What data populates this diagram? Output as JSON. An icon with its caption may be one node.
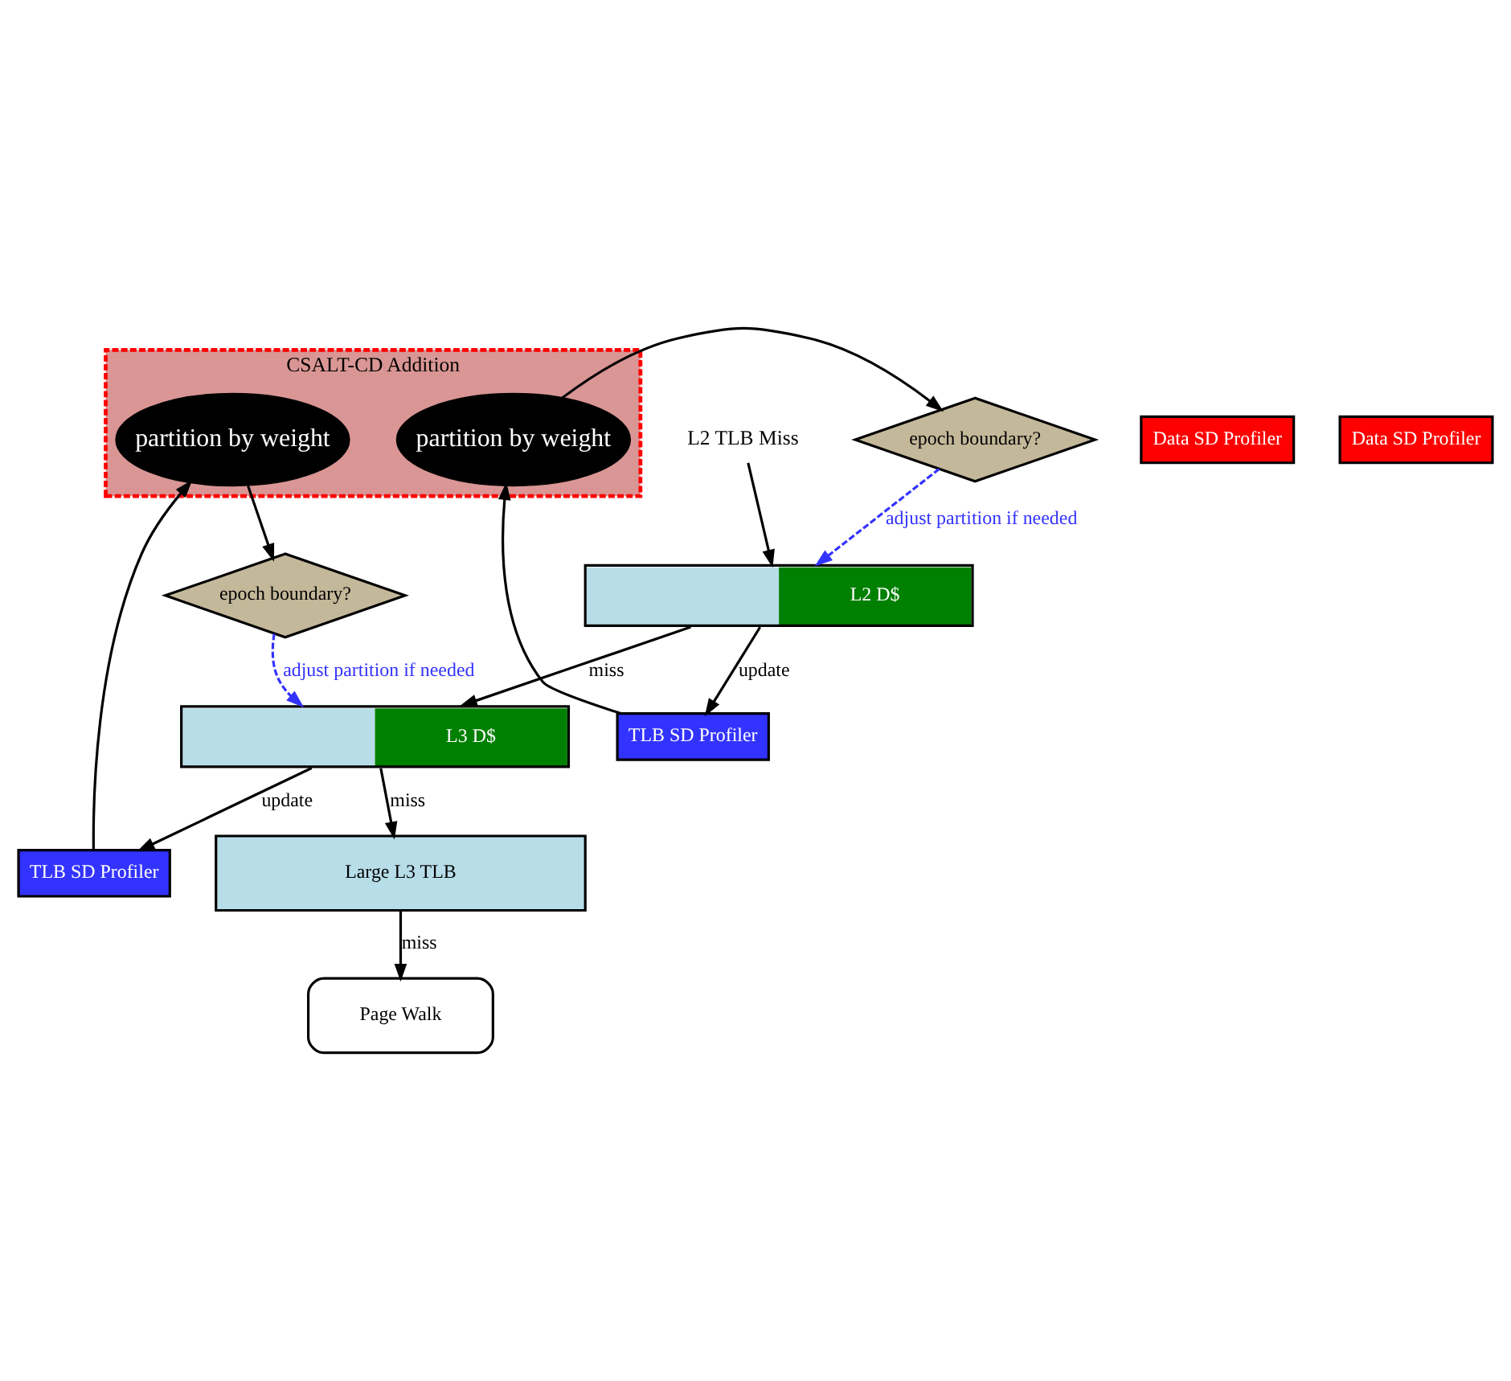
{
  "diagram": {
    "nodes": [
      {
        "text": [
          "L2 TLB Miss"
        ]
      },
      {
        "text": [
          "L2 D$"
        ]
      },
      {
        "text": [
          "Data SD Profiler"
        ]
      },
      {
        "text": [
          "TLB SD Profiler"
        ]
      },
      {
        "text": [
          "CSALT-CD Addition"
        ]
      },
      {
        "text": [
          "partition by weight"
        ],
        "in": 4
      },
      {
        "text": [
          "epoch boundary?"
        ]
      },
      {
        "text": [
          "L3 D$"
        ]
      },
      {
        "text": [
          "Data SD Profiler"
        ]
      },
      {
        "text": [
          "TLB SD Profiler"
        ]
      },
      {
        "text": [
          "partition by weight"
        ],
        "in": 4
      },
      {
        "text": [
          "epoch boundary?"
        ]
      },
      {
        "text": [
          "Large L3 TLB"
        ]
      },
      {
        "text": [
          "Page Walk"
        ]
      }
    ],
    "edges": [
      {
        "from": 0,
        "to": 1,
        "arrow": "to"
      },
      {
        "from": 1,
        "to": 3,
        "arrow": "to",
        "label": "update"
      },
      {
        "from": 3,
        "to": 5,
        "arrow": "to"
      },
      {
        "from": 5,
        "to": 6,
        "arrow": "to"
      },
      {
        "from": 6,
        "to": 1,
        "arrow": "to",
        "label": "adjust partition if needed",
        "style": "dashed",
        "color": "#3333ff"
      },
      {
        "from": 1,
        "to": 7,
        "arrow": "to",
        "label": "miss"
      },
      {
        "from": 7,
        "to": 9,
        "arrow": "to",
        "label": "update"
      },
      {
        "from": 9,
        "to": 10,
        "arrow": "to"
      },
      {
        "from": 10,
        "to": 11,
        "arrow": "to"
      },
      {
        "from": 11,
        "to": 7,
        "arrow": "to",
        "label": "adjust partition if needed",
        "style": "dashed",
        "color": "#3333ff"
      },
      {
        "from": 7,
        "to": 12,
        "arrow": "to",
        "label": "miss"
      },
      {
        "from": 12,
        "to": 13,
        "arrow": "to",
        "label": "miss"
      }
    ]
  }
}
